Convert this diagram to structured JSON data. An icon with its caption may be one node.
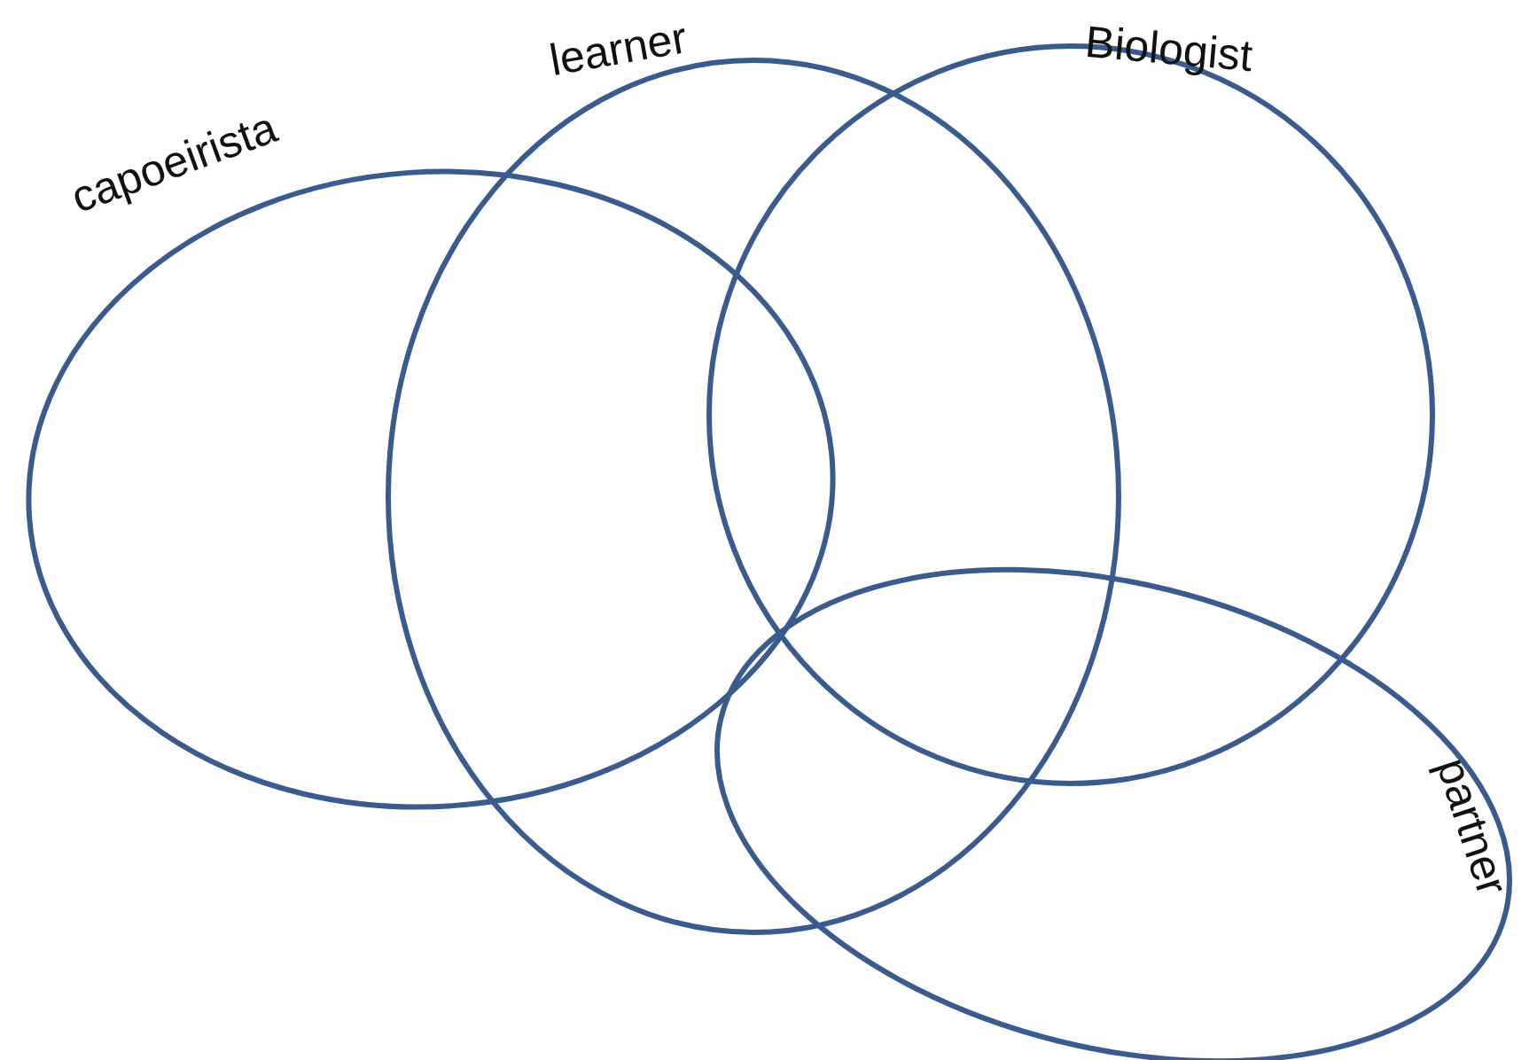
{
  "diagram": {
    "nodes": [
      {
        "text": [
          "capoeirista"
        ]
      },
      {
        "text": [
          "learner"
        ]
      },
      {
        "text": [
          "Biologist"
        ]
      },
      {
        "text": [
          "partner"
        ]
      }
    ]
  }
}
